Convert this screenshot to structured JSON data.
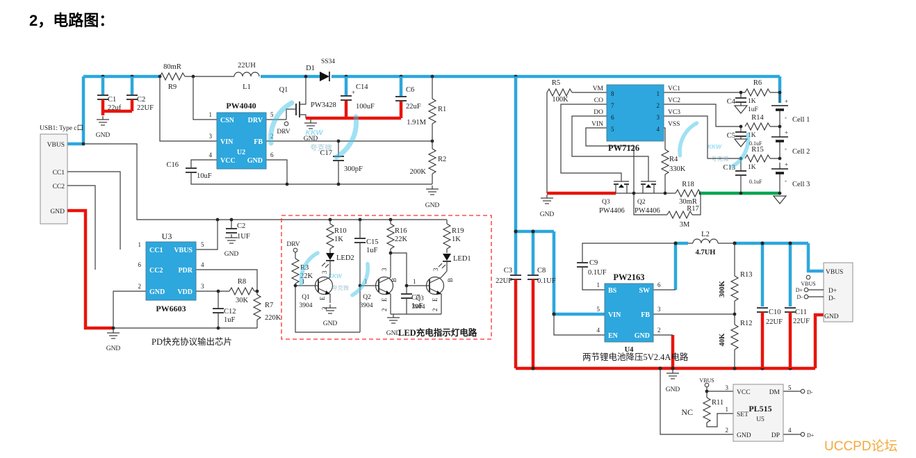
{
  "title": "2，电路图：",
  "watermark": {
    "kkw": "KKW",
    "sub": "夸克微",
    "forum": "UCCPD论坛"
  },
  "nets": {
    "gnd": "GND",
    "drv": "DRV",
    "vbus": "VBUS",
    "dp": "D+",
    "dm": "D-",
    "plus": "+",
    "minus": "-"
  },
  "usb": {
    "label": "USB1: Type c口",
    "pins": [
      "VBUS",
      "CC1",
      "CC2",
      "GND"
    ]
  },
  "outconn": {
    "pins": [
      "VBUS",
      "D+",
      "D-",
      "GND"
    ]
  },
  "tx": {
    "n1": "1",
    "n2": "2",
    "n3": "3",
    "b": "B",
    "e": "E"
  },
  "chips": {
    "u2": {
      "name": "PW4040",
      "ref": "U2",
      "ln": [
        "1",
        "3",
        "4"
      ],
      "lp": [
        "CSN",
        "VIN",
        "VCC"
      ],
      "rn": [
        "5",
        "2",
        "6"
      ],
      "rp": [
        "DRV",
        "FB",
        "GND"
      ]
    },
    "u3": {
      "name": "PW6603",
      "ref": "U3",
      "ln": [
        "1",
        "6",
        "2"
      ],
      "lp": [
        "CC1",
        "CC2",
        "GND"
      ],
      "rn": [
        "5",
        "4",
        "3"
      ],
      "rp": [
        "VBUS",
        "PDR",
        "VDD"
      ]
    },
    "u7126": {
      "name": "PW7126",
      "ln": [
        "8",
        "7",
        "6",
        "5"
      ],
      "lp": [
        "VM",
        "CO",
        "DO",
        "VIN"
      ],
      "rn": [
        "1",
        "2",
        "3",
        "4"
      ],
      "rp": [
        "VC1",
        "VC2",
        "VC3",
        "VSS"
      ]
    },
    "u4": {
      "name": "PW2163",
      "ref": "U4",
      "ln": [
        "1",
        "5",
        "4"
      ],
      "lp": [
        "BS",
        "VIN",
        "EN"
      ],
      "rn": [
        "6",
        "3",
        "2"
      ],
      "rp": [
        "SW",
        "FB",
        "GND"
      ]
    },
    "u5": {
      "name": "PL515",
      "ref": "U5",
      "ln": [
        "3",
        "1",
        "2"
      ],
      "lp": [
        "VCC",
        "SET",
        "GND"
      ],
      "rn": [
        "5",
        "4"
      ],
      "rp": [
        "DM",
        "DP"
      ]
    }
  },
  "parts": {
    "r9": {
      "r": "R9",
      "v": "80mR"
    },
    "l1": {
      "r": "L1",
      "v": "22UH"
    },
    "d1": {
      "r": "D1",
      "v": "SS34"
    },
    "q1": {
      "r": "Q1",
      "v": "PW3428"
    },
    "c14": {
      "r": "C14",
      "v": "100uF"
    },
    "c6": {
      "r": "C6",
      "v": "22uF"
    },
    "r1": {
      "r": "R1",
      "v": "1.91M"
    },
    "r2": {
      "r": "R2",
      "v": "200K"
    },
    "c17": {
      "r": "C17",
      "v": "300pF"
    },
    "c16": {
      "r": "C16",
      "v": "10uF"
    },
    "c1": {
      "r": "C1",
      "v": "22uf"
    },
    "c2a": {
      "r": "C2",
      "v": "22UF"
    },
    "c2b": {
      "r": "C2",
      "v": "1UF"
    },
    "r8": {
      "r": "R8",
      "v": "30K"
    },
    "r7": {
      "r": "R7",
      "v": "220K"
    },
    "c12": {
      "r": "C12",
      "v": "1uF"
    },
    "r3": {
      "r": "R3",
      "v": "22K"
    },
    "r10": {
      "r": "R10",
      "v": "1K"
    },
    "c15": {
      "r": "C15",
      "v": "1uF"
    },
    "r16": {
      "r": "R16",
      "v": "22K"
    },
    "r19": {
      "r": "R19",
      "v": "1K"
    },
    "led1": {
      "r": "LED1"
    },
    "led2": {
      "r": "LED2"
    },
    "q1b": {
      "r": "Q1",
      "v": "3904"
    },
    "q2b": {
      "r": "Q2",
      "v": "3904"
    },
    "q3b": {
      "r": "Q3",
      "v": "3904"
    },
    "c7": {
      "r": "C7",
      "v": "1uF"
    },
    "r5": {
      "r": "R5",
      "v": "100K"
    },
    "r4": {
      "r": "R4",
      "v": "330K"
    },
    "q3": {
      "r": "Q3",
      "v": "PW4406"
    },
    "q2": {
      "r": "Q2",
      "v": "PW4406"
    },
    "r18": {
      "r": "R18",
      "v": "30mR"
    },
    "r17": {
      "r": "R17",
      "v": "3M"
    },
    "r6": {
      "r": "R6",
      "v": "1K"
    },
    "c4": {
      "r": "C4",
      "v": "1uF"
    },
    "r14": {
      "r": "R14",
      "v": "1K"
    },
    "c5": {
      "r": "C5",
      "v": "0.1uF"
    },
    "r15": {
      "r": "R15",
      "v": "1K"
    },
    "c13": {
      "r": "C13",
      "v": "0.1uF"
    },
    "c3": {
      "r": "C3",
      "v": "22UF"
    },
    "c8": {
      "r": "C8",
      "v": "0.1UF"
    },
    "c9": {
      "r": "C9",
      "v": "0.1UF"
    },
    "l2": {
      "r": "L2",
      "v": "4.7UH"
    },
    "r13": {
      "r": "R13",
      "v": "300K"
    },
    "r12": {
      "r": "R12",
      "v": "40K"
    },
    "c10": {
      "r": "C10",
      "v": "22UF"
    },
    "c11": {
      "r": "C11",
      "v": "22UF"
    },
    "r11": {
      "r": "R11",
      "v": "NC"
    }
  },
  "cells": [
    "Cell 1",
    "Cell 2",
    "Cell 3"
  ],
  "captions": {
    "pd": "PD快充协议输出芯片",
    "led": "LED充电指示灯电路",
    "buck": "两节锂电池降压5V2.4A电路"
  },
  "colors": {
    "wire_blue": "#2da7dd",
    "wire_red": "#e8140c",
    "wire_green": "#00a650",
    "chip_blue": "#2da7dd",
    "watermark": "#41c3e8",
    "forum": "#f4a93d"
  }
}
